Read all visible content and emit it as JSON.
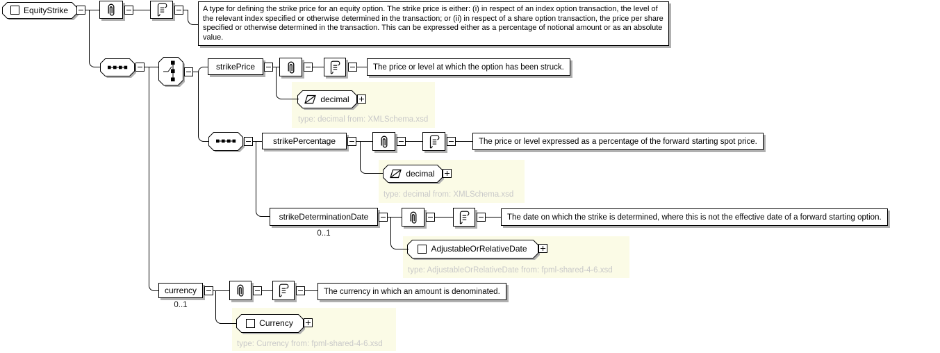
{
  "colors": {
    "canvas_bg": "#FFFFFF",
    "connector": "#000000",
    "type_box_bg": "#FBFBE6",
    "type_annotation_text": "#C9C9C9",
    "shadow": "#B0B0B0"
  },
  "root": {
    "name": "EquityStrike",
    "documentation": "A type for defining the strike price for an equity option. The strike price is either: (i) in respect of an index option transaction, the level of the relevant index specified or otherwise determined in the transaction; or (ii) in respect of a share option transaction, the price per share specified or otherwise determined in the transaction. This can be expressed either as a percentage of notional amount or as an absolute value."
  },
  "strikePrice": {
    "name": "strikePrice",
    "documentation": "The price or level at which the option has been struck.",
    "type_name": "decimal",
    "type_annotation": "type: decimal from: XMLSchema.xsd"
  },
  "strikePercentage": {
    "name": "strikePercentage",
    "documentation": "The price or level expressed as a percentage of the forward starting spot price.",
    "type_name": "decimal",
    "type_annotation": "type: decimal from: XMLSchema.xsd"
  },
  "strikeDeterminationDate": {
    "name": "strikeDeterminationDate",
    "occurrence": "0..1",
    "documentation": "The date on which the strike is determined, where this is not the effective date of a forward starting option.",
    "type_name": "AdjustableOrRelativeDate",
    "type_annotation": "type: AdjustableOrRelativeDate from: fpml-shared-4-6.xsd"
  },
  "currency": {
    "name": "currency",
    "occurrence": "0..1",
    "documentation": "The currency in which an amount is denominated.",
    "type_name": "Currency",
    "type_annotation": "type: Currency from: fpml-shared-4-6.xsd"
  }
}
